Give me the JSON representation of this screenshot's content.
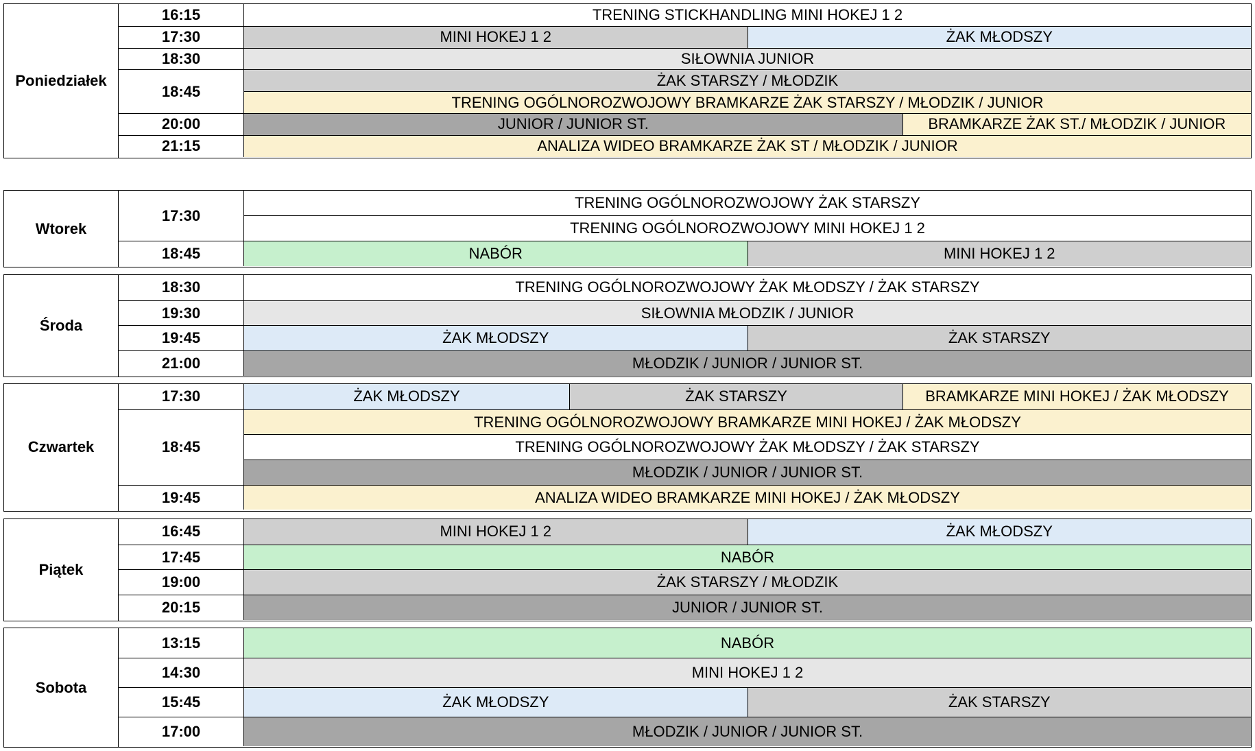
{
  "days": [
    {
      "name": "Poniedziałek",
      "slots": [
        {
          "time": "16:15",
          "rows": [
            [
              {
                "text": "TRENING STICKHANDLING MINI HOKEJ 1 2",
                "color": "white",
                "span": 1
              }
            ]
          ]
        },
        {
          "time": "17:30",
          "rows": [
            [
              {
                "text": "MINI HOKEJ 1 2",
                "color": "gray",
                "span": 1
              },
              {
                "text": "ŻAK MŁODSZY",
                "color": "blue",
                "span": 1
              }
            ]
          ]
        },
        {
          "time": "18:30",
          "rows": [
            [
              {
                "text": "SIŁOWNIA JUNIOR",
                "color": "lgray",
                "span": 1
              }
            ]
          ]
        },
        {
          "time": "18:45",
          "rows": [
            [
              {
                "text": "ŻAK STARSZY / MŁODZIK",
                "color": "gray",
                "span": 1
              }
            ],
            [
              {
                "text": "TRENING OGÓLNOROZWOJOWY BRAMKARZE ŻAK STARSZY / MŁODZIK / JUNIOR",
                "color": "yellow",
                "span": 1
              }
            ]
          ]
        },
        {
          "time": "20:00",
          "rows": [
            [
              {
                "text": "JUNIOR / JUNIOR ST.",
                "color": "dgray",
                "span": 961
              },
              {
                "text": "BRAMKARZE ŻAK ST./ MŁODZIK / JUNIOR",
                "color": "yellow",
                "span": 508
              }
            ]
          ]
        },
        {
          "time": "21:15",
          "rows": [
            [
              {
                "text": "ANALIZA WIDEO BRAMKARZE ŻAK ST / MŁODZIK  / JUNIOR",
                "color": "yellow",
                "span": 1
              }
            ]
          ]
        }
      ]
    },
    {
      "name": "Wtorek",
      "slots": [
        {
          "time": "17:30",
          "rows": [
            [
              {
                "text": "TRENING OGÓLNOROZWOJOWY  ŻAK STARSZY",
                "color": "white",
                "span": 1
              }
            ],
            [
              {
                "text": "TRENING OGÓLNOROZWOJOWY MINI HOKEJ 1 2",
                "color": "white",
                "span": 1
              }
            ]
          ]
        },
        {
          "time": "18:45",
          "rows": [
            [
              {
                "text": "NABÓR",
                "color": "green",
                "span": 1
              },
              {
                "text": "MINI HOKEJ 1 2",
                "color": "gray",
                "span": 1
              }
            ]
          ]
        }
      ]
    },
    {
      "name": "Środa",
      "slots": [
        {
          "time": "18:30",
          "rows": [
            [
              {
                "text": "TRENING OGÓLNOROZWOJOWY ŻAK MŁODSZY / ŻAK STARSZY",
                "color": "white",
                "span": 1
              }
            ]
          ]
        },
        {
          "time": "19:30",
          "rows": [
            [
              {
                "text": "SIŁOWNIA MŁODZIK / JUNIOR",
                "color": "lgray",
                "span": 1
              }
            ]
          ]
        },
        {
          "time": "19:45",
          "rows": [
            [
              {
                "text": "ŻAK MŁODSZY",
                "color": "blue",
                "span": 1
              },
              {
                "text": "ŻAK STARSZY",
                "color": "gray",
                "span": 1
              }
            ]
          ]
        },
        {
          "time": "21:00",
          "rows": [
            [
              {
                "text": "MŁODZIK / JUNIOR / JUNIOR ST.",
                "color": "dgray",
                "span": 1
              }
            ]
          ]
        }
      ]
    },
    {
      "name": "Czwartek",
      "slots": [
        {
          "time": "17:30",
          "rows": [
            [
              {
                "text": "ŻAK MŁODSZY",
                "color": "blue",
                "span": 475
              },
              {
                "text": "ŻAK STARSZY",
                "color": "gray",
                "span": 486
              },
              {
                "text": "BRAMKARZE MINI HOKEJ / ŻAK MŁODSZY",
                "color": "yellow",
                "span": 508
              }
            ]
          ]
        },
        {
          "time": "18:45",
          "rows": [
            [
              {
                "text": "TRENING OGÓLNOROZWOJOWY BRAMKARZE MINI HOKEJ / ŻAK MŁODSZY",
                "color": "yellow",
                "span": 1
              }
            ],
            [
              {
                "text": "TRENING OGÓLNOROZWOJOWY ŻAK MŁODSZY / ŻAK STARSZY",
                "color": "white",
                "span": 1
              }
            ],
            [
              {
                "text": "MŁODZIK / JUNIOR / JUNIOR ST.",
                "color": "dgray",
                "span": 1
              }
            ]
          ]
        },
        {
          "time": "19:45",
          "rows": [
            [
              {
                "text": "ANALIZA WIDEO BRAMKARZE MINI HOKEJ / ŻAK MŁODSZY",
                "color": "yellow",
                "span": 1
              }
            ]
          ]
        }
      ]
    },
    {
      "name": "Piątek",
      "slots": [
        {
          "time": "16:45",
          "rows": [
            [
              {
                "text": "MINI HOKEJ 1 2",
                "color": "gray",
                "span": 1
              },
              {
                "text": "ŻAK MŁODSZY",
                "color": "blue",
                "span": 1
              }
            ]
          ]
        },
        {
          "time": "17:45",
          "rows": [
            [
              {
                "text": "NABÓR",
                "color": "green",
                "span": 1
              }
            ]
          ]
        },
        {
          "time": "19:00",
          "rows": [
            [
              {
                "text": "ŻAK STARSZY / MŁODZIK",
                "color": "gray",
                "span": 1
              }
            ]
          ]
        },
        {
          "time": "20:15",
          "rows": [
            [
              {
                "text": "JUNIOR / JUNIOR ST.",
                "color": "dgray",
                "span": 1
              }
            ]
          ]
        }
      ]
    },
    {
      "name": "Sobota",
      "slots": [
        {
          "time": "13:15",
          "rows": [
            [
              {
                "text": "NABÓR",
                "color": "green",
                "span": 1
              }
            ]
          ]
        },
        {
          "time": "14:30",
          "rows": [
            [
              {
                "text": "MINI HOKEJ 1 2",
                "color": "lgray",
                "span": 1
              }
            ]
          ]
        },
        {
          "time": "15:45",
          "rows": [
            [
              {
                "text": "ŻAK MŁODSZY",
                "color": "blue",
                "span": 1
              },
              {
                "text": "ŻAK STARSZY",
                "color": "gray",
                "span": 1
              }
            ]
          ]
        },
        {
          "time": "17:00",
          "rows": [
            [
              {
                "text": "MŁODZIK / JUNIOR / JUNIOR ST.",
                "color": "dgray",
                "span": 1
              }
            ]
          ]
        }
      ]
    }
  ]
}
